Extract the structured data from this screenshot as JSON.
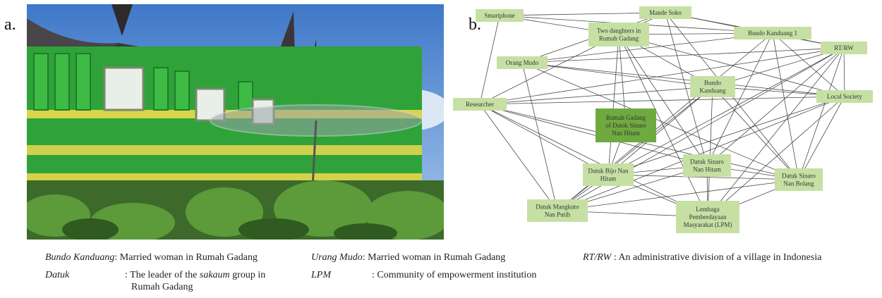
{
  "panel_a": {
    "label": "a."
  },
  "panel_b": {
    "label": "b."
  },
  "network": {
    "nodes": [
      {
        "id": "smartphone",
        "lines": [
          "Smartphone"
        ]
      },
      {
        "id": "mande_soko",
        "lines": [
          "Mande Soko"
        ]
      },
      {
        "id": "two_daughters",
        "lines": [
          "Two daughters in",
          "Rumah Gadang"
        ]
      },
      {
        "id": "bundo_kanduang_1",
        "lines": [
          "Bundo Kanduang 1"
        ]
      },
      {
        "id": "rt_rw",
        "lines": [
          "RT/RW"
        ]
      },
      {
        "id": "orang_mudo",
        "lines": [
          "Orang Mudo"
        ]
      },
      {
        "id": "bundo_kanduang",
        "lines": [
          "Bundo",
          "Kanduang"
        ]
      },
      {
        "id": "researcher",
        "lines": [
          "Researcher"
        ]
      },
      {
        "id": "local_society",
        "lines": [
          "Local Society"
        ]
      },
      {
        "id": "rumah_gadang",
        "lines": [
          "Rumah Gadang",
          "of Datuk Sinaro",
          "Nan Hitam"
        ],
        "center": true
      },
      {
        "id": "datuk_sinaro_hitam",
        "lines": [
          "Datuk Sinaro",
          "Nan Hitam"
        ]
      },
      {
        "id": "datuk_bijo",
        "lines": [
          "Datuk Bijo Nan",
          "Hitam"
        ]
      },
      {
        "id": "datuk_sinaro_bolang",
        "lines": [
          "Datuk Sinaro",
          "Nan Bolang"
        ]
      },
      {
        "id": "datuk_mangkuto",
        "lines": [
          "Datuk Mangkuto",
          "Nan Putih"
        ]
      },
      {
        "id": "lpm",
        "lines": [
          "Lembaga",
          "Pemberdayaan",
          "Masyarakat (LPM)"
        ]
      }
    ],
    "edges": [
      [
        "smartphone",
        "mande_soko"
      ],
      [
        "smartphone",
        "two_daughters"
      ],
      [
        "smartphone",
        "researcher"
      ],
      [
        "smartphone",
        "bundo_kanduang_1"
      ],
      [
        "mande_soko",
        "two_daughters"
      ],
      [
        "mande_soko",
        "bundo_kanduang_1"
      ],
      [
        "mande_soko",
        "orang_mudo"
      ],
      [
        "mande_soko",
        "rt_rw"
      ],
      [
        "mande_soko",
        "datuk_sinaro_bolang"
      ],
      [
        "mande_soko",
        "datuk_sinaro_hitam"
      ],
      [
        "two_daughters",
        "bundo_kanduang_1"
      ],
      [
        "two_daughters",
        "bundo_kanduang"
      ],
      [
        "two_daughters",
        "researcher"
      ],
      [
        "two_daughters",
        "rumah_gadang"
      ],
      [
        "two_daughters",
        "datuk_bijo"
      ],
      [
        "two_daughters",
        "lpm"
      ],
      [
        "two_daughters",
        "datuk_sinaro_hitam"
      ],
      [
        "two_daughters",
        "local_society"
      ],
      [
        "bundo_kanduang_1",
        "rt_rw"
      ],
      [
        "bundo_kanduang_1",
        "orang_mudo"
      ],
      [
        "bundo_kanduang_1",
        "datuk_sinaro_hitam"
      ],
      [
        "bundo_kanduang_1",
        "datuk_mangkuto"
      ],
      [
        "bundo_kanduang_1",
        "datuk_sinaro_bolang"
      ],
      [
        "bundo_kanduang_1",
        "local_society"
      ],
      [
        "rt_rw",
        "orang_mudo"
      ],
      [
        "rt_rw",
        "researcher"
      ],
      [
        "rt_rw",
        "bundo_kanduang"
      ],
      [
        "rt_rw",
        "datuk_bijo"
      ],
      [
        "rt_rw",
        "datuk_mangkuto"
      ],
      [
        "rt_rw",
        "lpm"
      ],
      [
        "rt_rw",
        "datuk_sinaro_bolang"
      ],
      [
        "rt_rw",
        "datuk_sinaro_hitam"
      ],
      [
        "rt_rw",
        "local_society"
      ],
      [
        "orang_mudo",
        "bundo_kanduang"
      ],
      [
        "orang_mudo",
        "local_society"
      ],
      [
        "orang_mudo",
        "datuk_mangkuto"
      ],
      [
        "orang_mudo",
        "datuk_sinaro_bolang"
      ],
      [
        "researcher",
        "bundo_kanduang"
      ],
      [
        "researcher",
        "local_society"
      ],
      [
        "researcher",
        "datuk_bijo"
      ],
      [
        "researcher",
        "datuk_mangkuto"
      ],
      [
        "researcher",
        "lpm"
      ],
      [
        "researcher",
        "datuk_sinaro_hitam"
      ],
      [
        "researcher",
        "datuk_sinaro_bolang"
      ],
      [
        "bundo_kanduang",
        "local_society"
      ],
      [
        "bundo_kanduang",
        "datuk_bijo"
      ],
      [
        "bundo_kanduang",
        "datuk_mangkuto"
      ],
      [
        "bundo_kanduang",
        "datuk_sinaro_bolang"
      ],
      [
        "bundo_kanduang",
        "lpm"
      ],
      [
        "local_society",
        "datuk_bijo"
      ],
      [
        "local_society",
        "datuk_sinaro_bolang"
      ],
      [
        "local_society",
        "lpm"
      ],
      [
        "local_society",
        "datuk_mangkuto"
      ],
      [
        "datuk_sinaro_hitam",
        "datuk_bijo"
      ],
      [
        "datuk_sinaro_hitam",
        "lpm"
      ],
      [
        "datuk_sinaro_hitam",
        "datuk_mangkuto"
      ],
      [
        "datuk_sinaro_hitam",
        "datuk_sinaro_bolang"
      ],
      [
        "datuk_bijo",
        "datuk_mangkuto"
      ],
      [
        "datuk_bijo",
        "lpm"
      ],
      [
        "datuk_bijo",
        "datuk_sinaro_bolang"
      ],
      [
        "datuk_mangkuto",
        "lpm"
      ],
      [
        "datuk_mangkuto",
        "datuk_sinaro_bolang"
      ],
      [
        "lpm",
        "datuk_sinaro_bolang"
      ],
      [
        "datuk_bijo",
        "rumah_gadang"
      ]
    ]
  },
  "legend": {
    "bundo": {
      "term": "Bundo Kanduang",
      "def": ": Married woman in Rumah Gadang"
    },
    "urang": {
      "term": "Urang Mudo",
      "def": ": Married woman in Rumah Gadang"
    },
    "rtrw": {
      "term": "RT/RW",
      "def": " : An administrative division of a village in Indonesia"
    },
    "datuk": {
      "term": "Datuk",
      "def_prefix": ": The leader of the ",
      "def_italic": "sakaum",
      "def_suffix": " group in",
      "def_line2": "Rumah Gadang"
    },
    "lpm": {
      "term": "LPM",
      "def": ": Community of empowerment institution"
    }
  }
}
